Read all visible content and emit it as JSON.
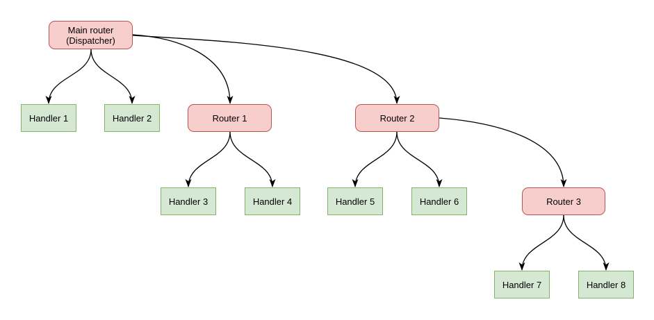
{
  "diagram": {
    "kind": "tree-diagram",
    "background": "#ffffff",
    "colors": {
      "router_fill": "#f8cecc",
      "router_stroke": "#b85450",
      "handler_fill": "#d5e8d4",
      "handler_stroke": "#82b366",
      "edge": "#000000",
      "background": "#ffffff"
    },
    "nodes": [
      {
        "id": "main-router",
        "kind": "router",
        "label": "Main router\n(Dispatcher)"
      },
      {
        "id": "handler-1",
        "kind": "handler",
        "label": "Handler 1"
      },
      {
        "id": "handler-2",
        "kind": "handler",
        "label": "Handler 2"
      },
      {
        "id": "router-1",
        "kind": "router",
        "label": "Router 1"
      },
      {
        "id": "router-2",
        "kind": "router",
        "label": "Router 2"
      },
      {
        "id": "handler-3",
        "kind": "handler",
        "label": "Handler 3"
      },
      {
        "id": "handler-4",
        "kind": "handler",
        "label": "Handler 4"
      },
      {
        "id": "handler-5",
        "kind": "handler",
        "label": "Handler 5"
      },
      {
        "id": "handler-6",
        "kind": "handler",
        "label": "Handler 6"
      },
      {
        "id": "router-3",
        "kind": "router",
        "label": "Router 3"
      },
      {
        "id": "handler-7",
        "kind": "handler",
        "label": "Handler 7"
      },
      {
        "id": "handler-8",
        "kind": "handler",
        "label": "Handler 8"
      }
    ],
    "edges": [
      {
        "from": "main-router",
        "to": "handler-1"
      },
      {
        "from": "main-router",
        "to": "handler-2"
      },
      {
        "from": "main-router",
        "to": "router-1"
      },
      {
        "from": "main-router",
        "to": "router-2"
      },
      {
        "from": "router-1",
        "to": "handler-3"
      },
      {
        "from": "router-1",
        "to": "handler-4"
      },
      {
        "from": "router-2",
        "to": "handler-5"
      },
      {
        "from": "router-2",
        "to": "handler-6"
      },
      {
        "from": "router-2",
        "to": "router-3"
      },
      {
        "from": "router-3",
        "to": "handler-7"
      },
      {
        "from": "router-3",
        "to": "handler-8"
      }
    ]
  }
}
